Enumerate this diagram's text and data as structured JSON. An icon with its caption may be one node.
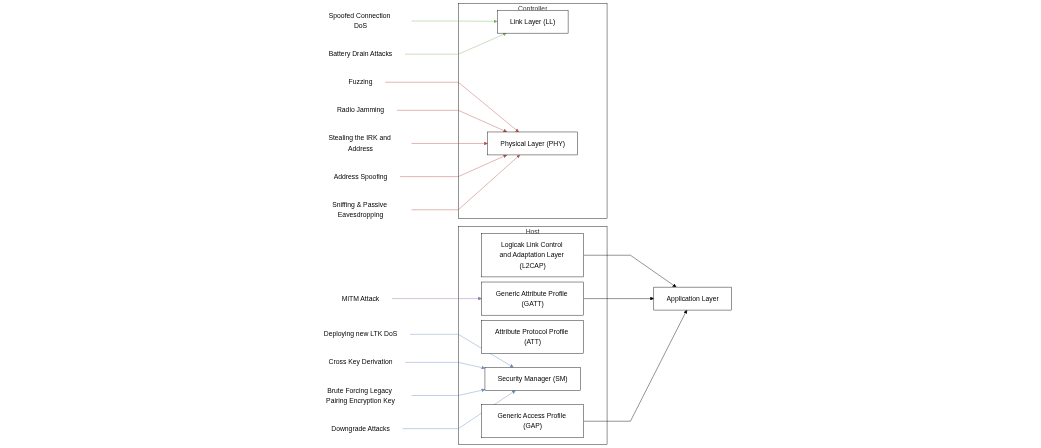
{
  "diagram": {
    "nodes": [
      {
        "text": [
          "Application Layer"
        ]
      },
      {
        "text": [
          "Host"
        ]
      },
      {
        "text": [
          "Generic Attribute Profile (GATT)"
        ],
        "in": 1
      },
      {
        "text": [
          "Generic Access Profile (GAP)"
        ],
        "in": 1
      },
      {
        "text": [
          "Attribute Protocol Profile (ATT)"
        ],
        "in": 1
      },
      {
        "text": [
          "Security Manager (SM)"
        ],
        "in": 1
      },
      {
        "text": [
          "Logicak Link Control and Adaptation Layer (L2CAP)"
        ],
        "in": 1
      },
      {
        "text": [
          "Controller"
        ]
      },
      {
        "text": [
          "Link Layer (LL)"
        ],
        "in": 7
      },
      {
        "text": [
          "Physical Layer (PHY)"
        ],
        "in": 7
      },
      {
        "text": [
          "Spoofed Connection DoS"
        ]
      },
      {
        "text": [
          "Battery Drain Attacks"
        ]
      },
      {
        "text": [
          "Fuzzing"
        ]
      },
      {
        "text": [
          "Radio Jamming"
        ]
      },
      {
        "text": [
          "Stealing the IRK and Address"
        ]
      },
      {
        "text": [
          "Address Spoofing"
        ]
      },
      {
        "text": [
          "Sniffing & Passive Eavesdropping"
        ]
      },
      {
        "text": [
          "MiTM Attack"
        ]
      },
      {
        "text": [
          "Deploying new LTK DoS"
        ]
      },
      {
        "text": [
          "Cross Key Derivation"
        ]
      },
      {
        "text": [
          "Brute Forcing Legacy Pairing Encryption Key"
        ]
      },
      {
        "text": [
          "Downgrade Attacks"
        ]
      }
    ],
    "edges": [
      {
        "from": 6,
        "to": 0,
        "arrow": "to",
        "color": "#000000"
      },
      {
        "from": 2,
        "to": 0,
        "arrow": "to",
        "color": "#000000"
      },
      {
        "from": 3,
        "to": 0,
        "arrow": "to",
        "color": "#000000"
      },
      {
        "from": 10,
        "to": 8,
        "arrow": "to",
        "color": "#82b366"
      },
      {
        "from": 11,
        "to": 8,
        "arrow": "to",
        "color": "#82b366"
      },
      {
        "from": 12,
        "to": 9,
        "arrow": "to",
        "color": "#b85450"
      },
      {
        "from": 13,
        "to": 9,
        "arrow": "to",
        "color": "#b85450"
      },
      {
        "from": 14,
        "to": 9,
        "arrow": "to",
        "color": "#b85450"
      },
      {
        "from": 15,
        "to": 9,
        "arrow": "to",
        "color": "#b85450"
      },
      {
        "from": 16,
        "to": 9,
        "arrow": "to",
        "color": "#b85450"
      },
      {
        "from": 17,
        "to": 2,
        "arrow": "to",
        "color": "#9673a6"
      },
      {
        "from": 18,
        "to": 5,
        "arrow": "to",
        "color": "#6c8ebf"
      },
      {
        "from": 19,
        "to": 5,
        "arrow": "to",
        "color": "#6c8ebf"
      },
      {
        "from": 20,
        "to": 5,
        "arrow": "to",
        "color": "#6c8ebf"
      },
      {
        "from": 21,
        "to": 5,
        "arrow": "to",
        "color": "#6c8ebf"
      }
    ]
  }
}
